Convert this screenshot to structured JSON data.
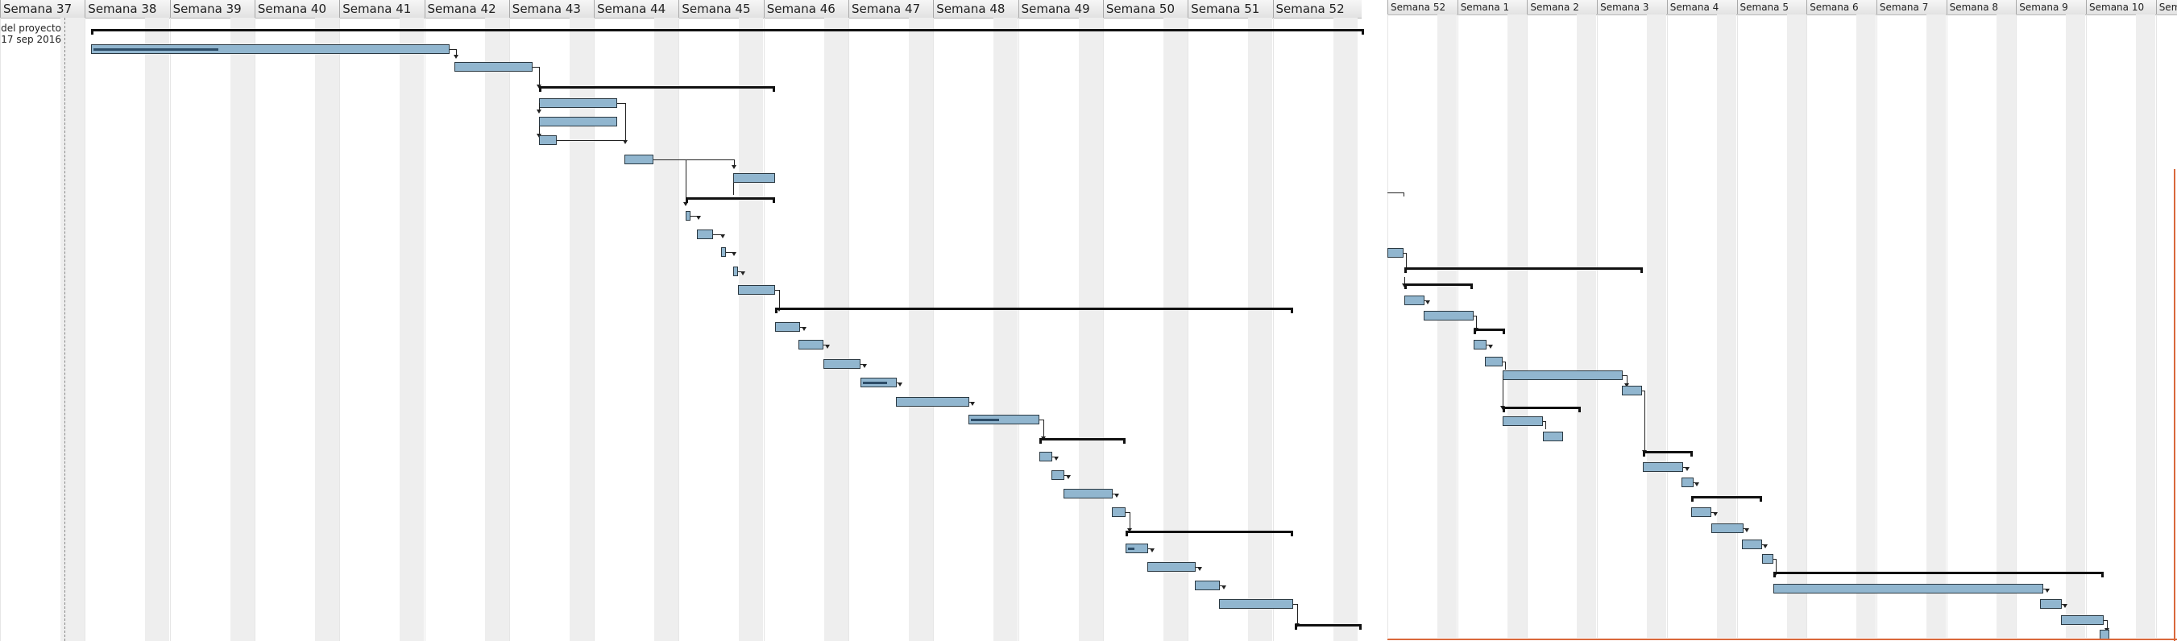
{
  "left_header": {
    "weeks": [
      "Semana 37",
      "Semana 38",
      "Semana 39",
      "Semana 40",
      "Semana 41",
      "Semana 42",
      "Semana 43",
      "Semana 44",
      "Semana 45",
      "Semana 46",
      "Semana 47",
      "Semana 48",
      "Semana 49",
      "Semana 50",
      "Semana 51",
      "Semana 52"
    ]
  },
  "project": {
    "label": "del proyecto",
    "date": "17 sep 2016"
  },
  "right_header": {
    "weeks": [
      "Semana 52",
      "Semana 1",
      "Semana 2",
      "Semana 3",
      "Semana 4",
      "Semana 5",
      "Semana 6",
      "Semana 7",
      "Semana 8",
      "Semana 9",
      "Semana 10",
      "Sem"
    ]
  },
  "colors": {
    "bar_fill": "#91b6cf",
    "bar_border": "#2b3942",
    "progress": "#2d4d68",
    "summary": "#111111",
    "weekend": "#eeeeee",
    "today_line": "#d9683b"
  }
}
